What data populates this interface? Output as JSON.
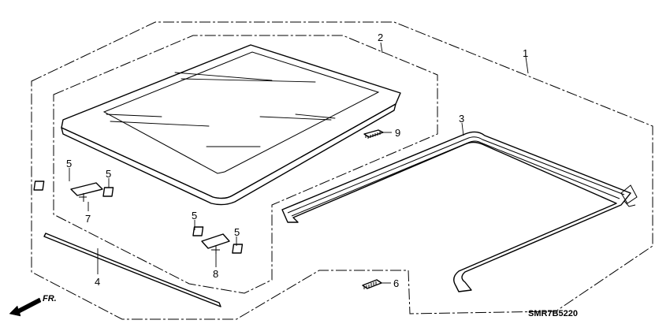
{
  "diagram": {
    "callouts": [
      {
        "id": "c1",
        "text": "1"
      },
      {
        "id": "c2",
        "text": "2"
      },
      {
        "id": "c3",
        "text": "3"
      },
      {
        "id": "c4",
        "text": "4"
      },
      {
        "id": "c5a",
        "text": "5"
      },
      {
        "id": "c5b",
        "text": "5"
      },
      {
        "id": "c5c",
        "text": "5"
      },
      {
        "id": "c5d",
        "text": "5"
      },
      {
        "id": "c6",
        "text": "6"
      },
      {
        "id": "c7",
        "text": "7"
      },
      {
        "id": "c8",
        "text": "8"
      },
      {
        "id": "c9",
        "text": "9"
      }
    ],
    "front_marker": "FR.",
    "diagram_code": "SMR7B5220"
  }
}
